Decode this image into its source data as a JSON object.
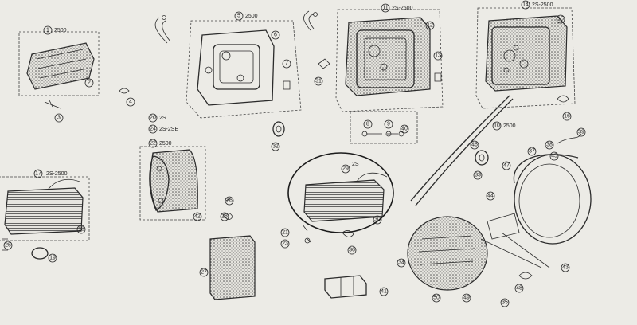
{
  "parts": [
    {
      "id": "p1",
      "n": "1",
      "qty": "2500"
    },
    {
      "id": "p2",
      "n": "2",
      "qty": ""
    },
    {
      "id": "p3",
      "n": "3",
      "qty": ""
    },
    {
      "id": "p4",
      "n": "4",
      "qty": ""
    },
    {
      "id": "p5",
      "n": "5",
      "qty": "2500"
    },
    {
      "id": "p6",
      "n": "6",
      "qty": ""
    },
    {
      "id": "p7",
      "n": "7",
      "qty": ""
    },
    {
      "id": "p8",
      "n": "8",
      "qty": ""
    },
    {
      "id": "p9",
      "n": "9",
      "qty": ""
    },
    {
      "id": "p10",
      "n": "10",
      "qty": "2500"
    },
    {
      "id": "p11",
      "n": "11",
      "qty": "2S-2500"
    },
    {
      "id": "p12",
      "n": "12",
      "qty": ""
    },
    {
      "id": "p13",
      "n": "13",
      "qty": ""
    },
    {
      "id": "p14",
      "n": "14",
      "qty": "2S-2500"
    },
    {
      "id": "p15",
      "n": "15",
      "qty": ""
    },
    {
      "id": "p16",
      "n": "16",
      "qty": ""
    },
    {
      "id": "p17",
      "n": "17",
      "qty": "2S-2500"
    },
    {
      "id": "p18",
      "n": "18",
      "qty": ""
    },
    {
      "id": "p19",
      "n": "19",
      "qty": ""
    },
    {
      "id": "p20",
      "n": "20",
      "qty": "2S"
    },
    {
      "id": "p21",
      "n": "21",
      "qty": ""
    },
    {
      "id": "p22",
      "n": "22",
      "qty": "2500"
    },
    {
      "id": "p23",
      "n": "23",
      "qty": ""
    },
    {
      "id": "p24",
      "n": "24",
      "qty": "2S-2SE"
    },
    {
      "id": "p25",
      "n": "25",
      "qty": ""
    },
    {
      "id": "p26",
      "n": "26",
      "qty": ""
    },
    {
      "id": "p27",
      "n": "27",
      "qty": ""
    },
    {
      "id": "p28",
      "n": "28",
      "qty": ""
    },
    {
      "id": "p29",
      "n": "29",
      "qty": "2S"
    },
    {
      "id": "p30",
      "n": "30",
      "qty": ""
    },
    {
      "id": "p31",
      "n": "31",
      "qty": ""
    },
    {
      "id": "p32",
      "n": "32",
      "qty": ""
    },
    {
      "id": "p33",
      "n": "33",
      "qty": ""
    },
    {
      "id": "p34",
      "n": "34",
      "qty": ""
    },
    {
      "id": "p35",
      "n": "35",
      "qty": ""
    },
    {
      "id": "p36",
      "n": "36",
      "qty": ""
    },
    {
      "id": "p37",
      "n": "37",
      "qty": ""
    },
    {
      "id": "p38",
      "n": "38",
      "qty": ""
    },
    {
      "id": "p39",
      "n": "39",
      "qty": ""
    },
    {
      "id": "p40",
      "n": "40",
      "qty": ""
    },
    {
      "id": "p41",
      "n": "41",
      "qty": ""
    },
    {
      "id": "p42",
      "n": "42",
      "qty": ""
    },
    {
      "id": "p43",
      "n": "43",
      "qty": ""
    },
    {
      "id": "p44",
      "n": "44",
      "qty": ""
    },
    {
      "id": "p45",
      "n": "45",
      "qty": ""
    },
    {
      "id": "p46",
      "n": "46",
      "qty": ""
    },
    {
      "id": "p47",
      "n": "47",
      "qty": ""
    },
    {
      "id": "p48",
      "n": "48",
      "qty": ""
    },
    {
      "id": "p49",
      "n": "49",
      "qty": ""
    },
    {
      "id": "p50",
      "n": "50",
      "qty": ""
    }
  ],
  "colors": {
    "paper": "#ecebe6",
    "ink": "#2b2b2b"
  }
}
